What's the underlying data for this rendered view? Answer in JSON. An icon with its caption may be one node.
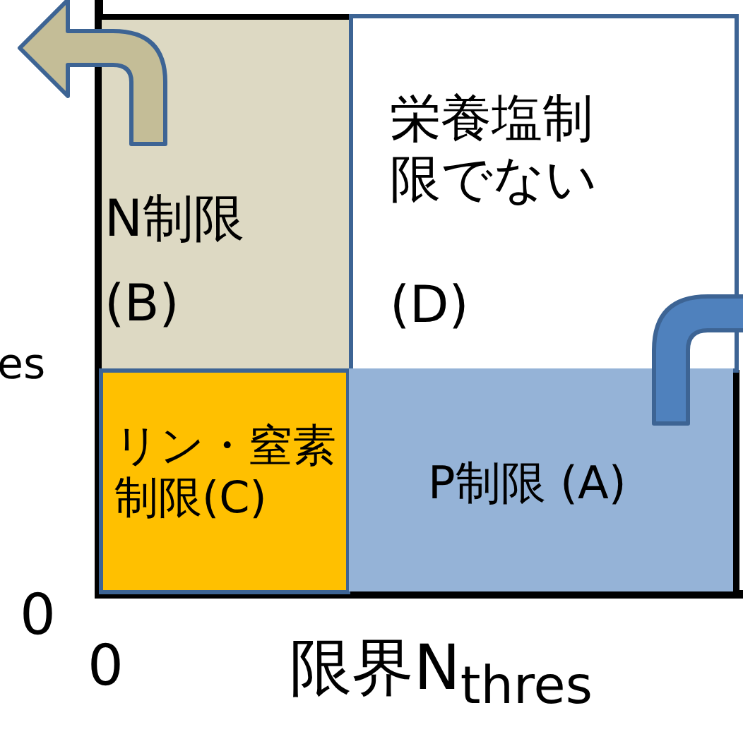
{
  "diagram": {
    "nodes": [
      {
        "text": [
          "N制限",
          "(B)"
        ]
      },
      {
        "text": [
          "栄養塩制限でない",
          "(D)"
        ]
      },
      {
        "text": [
          "リン・窒素制限(C)"
        ]
      },
      {
        "text": [
          "P制限 (A)"
        ]
      }
    ],
    "edges": [
      {
        "from": 0,
        "to": null,
        "arrow": "to",
        "style": "thick",
        "color": "#c4bd97"
      },
      {
        "from": 3,
        "to": null,
        "arrow": "none",
        "style": "thick",
        "color": "#4f81bd"
      }
    ],
    "labels": [
      "es",
      "0",
      "0",
      "限界N$_{thres}$"
    ]
  }
}
